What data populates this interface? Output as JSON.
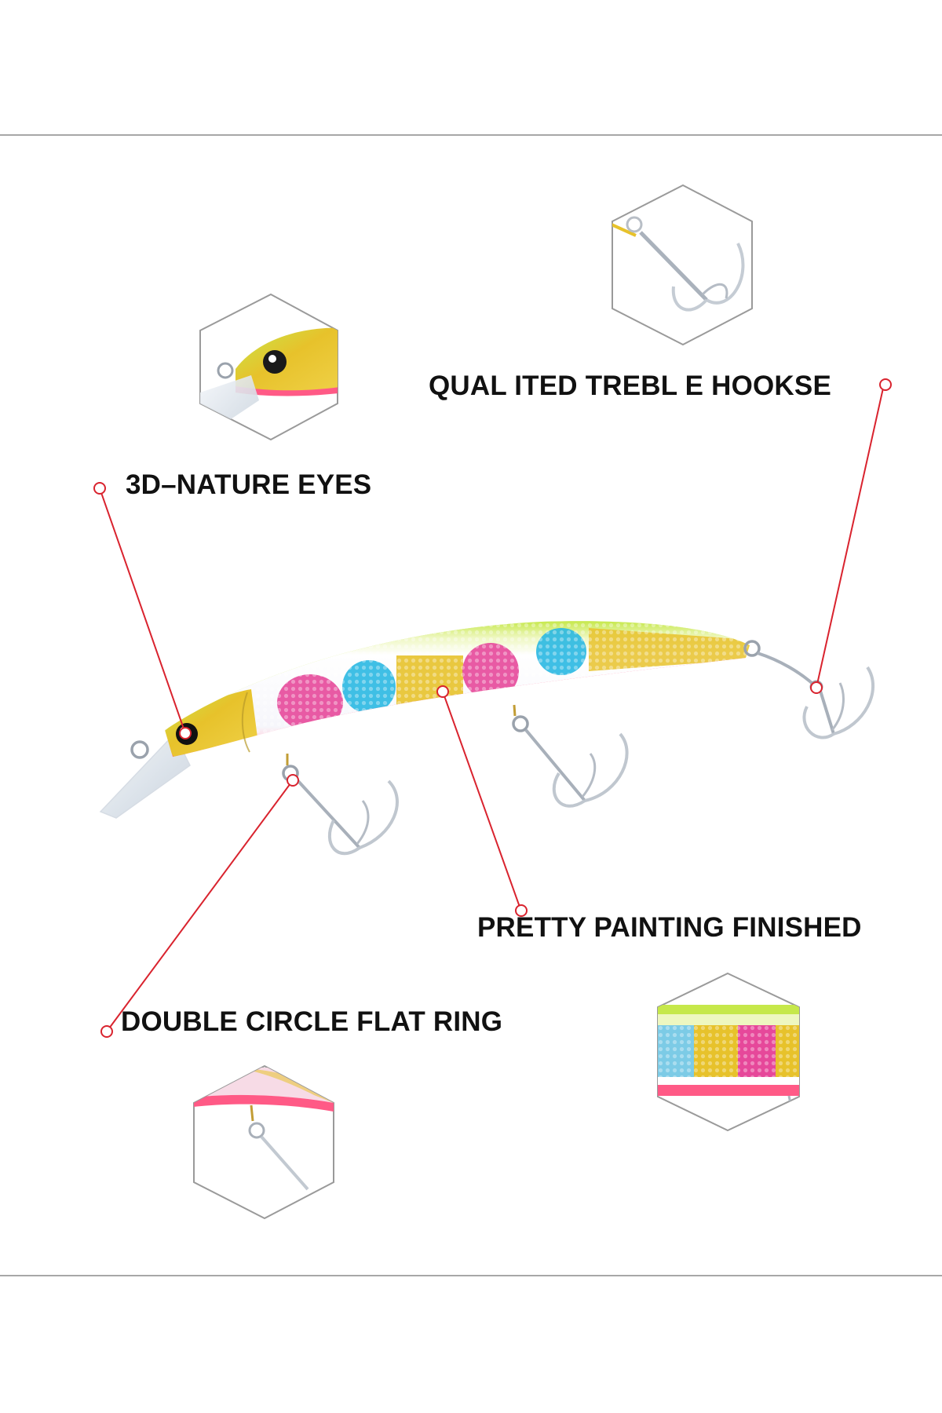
{
  "callouts": {
    "treble_hooks": "QUAL ITED TREBL E HOOKSE",
    "eyes": "3D–NATURE EYES",
    "painting": "PRETTY PAINTING FINISHED",
    "flat_ring": "DOUBLE CIRCLE FLAT RING"
  },
  "colors": {
    "leader_line": "#d9232e",
    "divider": "#8a8a8a",
    "hexagon_stroke": "#9a9a9a",
    "lure_back": "#c6e84a",
    "lure_gold": "#e7c22b",
    "lure_pink": "#ff5a86",
    "lure_blue": "#2ab8e2",
    "lure_magenta": "#e6489a",
    "lure_belly": "#ff6f93"
  },
  "icons": [
    "hook-icon",
    "eye-icon",
    "ring-icon"
  ]
}
